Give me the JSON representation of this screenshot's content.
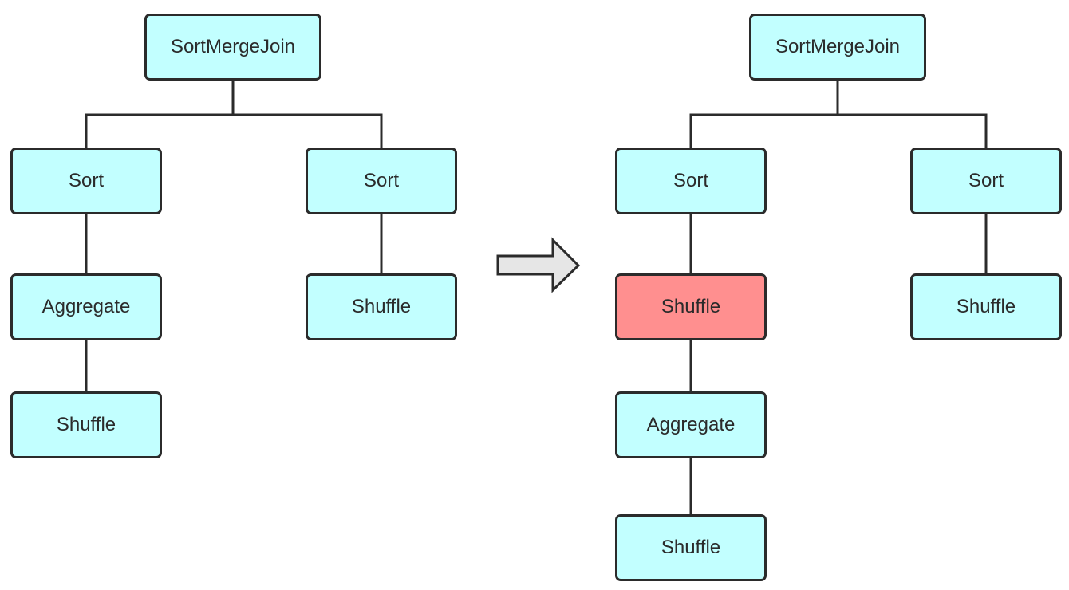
{
  "colors": {
    "node_fill": "#c2ffff",
    "highlight_fill": "#ff8f8f",
    "stroke": "#2b2b2b",
    "arrow_fill": "#e6e6e6"
  },
  "before_plan": {
    "root": "SortMergeJoin",
    "left_sort": "Sort",
    "left_aggregate": "Aggregate",
    "left_shuffle": "Shuffle",
    "right_sort": "Sort",
    "right_shuffle": "Shuffle"
  },
  "after_plan": {
    "root": "SortMergeJoin",
    "left_sort": "Sort",
    "added_shuffle": "Shuffle",
    "left_aggregate": "Aggregate",
    "left_shuffle": "Shuffle",
    "right_sort": "Sort",
    "right_shuffle": "Shuffle"
  },
  "icons": {
    "transform_arrow": "right-arrow-icon"
  }
}
